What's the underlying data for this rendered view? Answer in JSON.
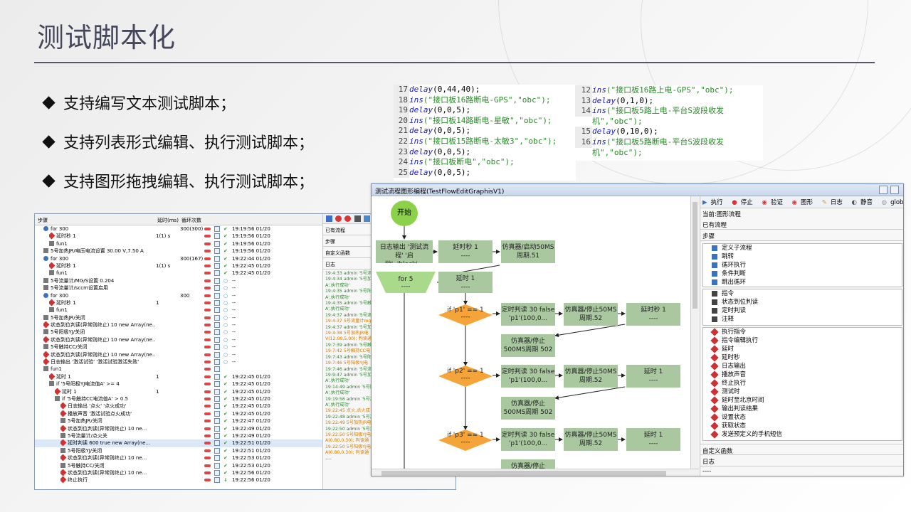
{
  "slide": {
    "title": "测试脚本化",
    "bullets": [
      "支持编写文本测试脚本；",
      "支持列表形式编辑、执行测试脚本；",
      "支持图形拖拽编辑、执行测试脚本；"
    ]
  },
  "code_left": [
    {
      "n": "17",
      "fn": "delay",
      "rest": "(0,44,40);"
    },
    {
      "n": "18",
      "fn": "ins",
      "str": "(\"接口板16路断电-GPS\",\"obc\");"
    },
    {
      "n": "19",
      "fn": "delay",
      "rest": "(0,0,5);"
    },
    {
      "n": "20",
      "fn": "ins",
      "str": "(\"接口板14路断电-星敏\",\"obc\");"
    },
    {
      "n": "21",
      "fn": "delay",
      "rest": "(0,0,5);"
    },
    {
      "n": "22",
      "fn": "ins",
      "str": "(\"接口板15路断电-太敏3\",\"obc\");"
    },
    {
      "n": "23",
      "fn": "delay",
      "rest": "(0,0,5);"
    },
    {
      "n": "24",
      "fn": "ins",
      "str": "(\"接口板断电\",\"obc\");"
    },
    {
      "n": "25",
      "fn": "delay",
      "rest": "(0,0,5);"
    }
  ],
  "code_right": [
    {
      "n": "12",
      "fn": "ins",
      "str": "(\"接口板16路上电-GPS\",\"obc\");"
    },
    {
      "n": "13",
      "fn": "delay",
      "rest": "(0,1,0);"
    },
    {
      "n": "14",
      "fn": "ins",
      "str": "(\"接口板5路上电-平台S波段收发"
    },
    {
      "n": "",
      "cont": "机\",\"obc\");"
    },
    {
      "n": "15",
      "fn": "delay",
      "rest": "(0,10,0);"
    },
    {
      "n": "16",
      "fn": "ins",
      "str": "(\"接口板5路断电-平台S波段收发"
    },
    {
      "n": "",
      "cont": "机\",\"obc\");"
    }
  ],
  "list_window": {
    "headers": [
      "步骤",
      "延时(ms)",
      "循环次数"
    ],
    "rows": [
      {
        "indent": 1,
        "icon": "blu",
        "text": "for 300",
        "c3": "300(300)",
        "status": "✔",
        "time": "19:19:56 01/20"
      },
      {
        "indent": 2,
        "icon": "red",
        "text": "延时秒 1",
        "c2": "1(1) s",
        "status": "✔",
        "time": "19:19:56 01/20"
      },
      {
        "indent": 2,
        "icon": "gry",
        "text": "fun1",
        "status": "✔",
        "time": "19:19:56 01/20"
      },
      {
        "indent": 1,
        "icon": "gry",
        "text": "5号加热JR/电压电流设置 30.00 V,7.50 A",
        "status": "✔",
        "time": "19:19:56 01/20"
      },
      {
        "indent": 1,
        "icon": "blu",
        "text": "for 300",
        "c3": "300(167)",
        "status": "✔",
        "time": "19:22:44 01/20"
      },
      {
        "indent": 2,
        "icon": "red",
        "text": "延时秒 1",
        "c2": "1(1) s",
        "status": "✔",
        "time": "19:22:45 01/20"
      },
      {
        "indent": 2,
        "icon": "gry",
        "text": "fun1",
        "status": "✔",
        "time": "19:22:45 01/20"
      },
      {
        "indent": 1,
        "icon": "gry",
        "text": "5号流量计/MG/S设置 0.204",
        "status": "○",
        "time": "--"
      },
      {
        "indent": 1,
        "icon": "gry",
        "text": "5号流量计/sccm设置启用",
        "status": "○",
        "time": "--"
      },
      {
        "indent": 1,
        "icon": "blu",
        "text": "for 300",
        "c3": "300",
        "status": "○",
        "time": "--"
      },
      {
        "indent": 2,
        "icon": "red",
        "text": "延时秒 1",
        "c2": "1",
        "status": "○",
        "time": "--"
      },
      {
        "indent": 2,
        "icon": "gry",
        "text": "fun1",
        "status": "○",
        "time": "--"
      },
      {
        "indent": 1,
        "icon": "gry",
        "text": "5号加热JR/关闭",
        "status": "○",
        "time": "--"
      },
      {
        "indent": 1,
        "icon": "red",
        "text": "状态到位判读(异常则终止) 10 new Array(ne...",
        "status": "○",
        "time": "--"
      },
      {
        "indent": 1,
        "icon": "gry",
        "text": "5号阳极YJ/关闭",
        "status": "○",
        "time": "--"
      },
      {
        "indent": 1,
        "icon": "red",
        "text": "状态到位判读(异常则终止) 10 new Array(ne...",
        "status": "○",
        "time": "--"
      },
      {
        "indent": 1,
        "icon": "gry",
        "text": "5号触持CC/关闭",
        "status": "○",
        "time": "--"
      },
      {
        "indent": 1,
        "icon": "red",
        "text": "状态到位判读(异常则终止) 10 new Array(ne...",
        "status": "○",
        "time": "--"
      },
      {
        "indent": 1,
        "icon": "red",
        "text": "日志输出 '激活试验' '激活试验激活失败'",
        "status": "○",
        "time": "--"
      },
      {
        "indent": 1,
        "icon": "gry",
        "text": "fun1",
        "status": "",
        "time": ""
      },
      {
        "indent": 2,
        "icon": "red",
        "text": "延时 1",
        "c2": "1",
        "status": "✔",
        "time": "19:22:45 01/20"
      },
      {
        "indent": 2,
        "icon": "gry",
        "text": "if '5号阳极YJ电流值A' >= 4",
        "status": "✔",
        "time": "19:22:45 01/20"
      },
      {
        "indent": 3,
        "icon": "red",
        "text": "延时 1",
        "c2": "1",
        "status": "✔",
        "time": "19:22:45 01/20"
      },
      {
        "indent": 3,
        "icon": "gry",
        "text": "if '5号触持CC电流值A' > 0.5",
        "status": "✔",
        "time": "19:22:45 01/20"
      },
      {
        "indent": 4,
        "icon": "red",
        "text": "日志输出 '点火' '点火成功'",
        "status": "✔",
        "time": "19:22:45 01/20"
      },
      {
        "indent": 4,
        "icon": "red",
        "text": "播放声音 '激活试验点火成功'",
        "status": "✔",
        "time": "19:22:45 01/20"
      },
      {
        "indent": 4,
        "icon": "gry",
        "text": "5号加热JR/关闭",
        "status": "✔",
        "time": "19:22:47 01/20"
      },
      {
        "indent": 4,
        "icon": "red",
        "text": "状态到位判读(异常则终止) 10 ne...",
        "status": "✔",
        "time": "19:22:49 01/20"
      },
      {
        "indent": 4,
        "icon": "gry",
        "text": "5号流量计/点火关",
        "status": "✔",
        "time": "19:22:49 01/20"
      },
      {
        "indent": 4,
        "icon": "red",
        "text": "延时判读 600 true new Array(ne...",
        "status": "✔",
        "time": "19:22:51 01/20",
        "hl": true
      },
      {
        "indent": 4,
        "icon": "gry",
        "text": "5号阳极YJ/关闭",
        "status": "✔",
        "time": "19:22:51 01/20"
      },
      {
        "indent": 4,
        "icon": "red",
        "text": "状态到位判读(异常则终止) 10 ne...",
        "status": "✔",
        "time": "19:22:53 01/20"
      },
      {
        "indent": 4,
        "icon": "gry",
        "text": "5号触持CC/关闭",
        "status": "✔",
        "time": "19:22:53 01/20"
      },
      {
        "indent": 4,
        "icon": "red",
        "text": "状态到位判读(异常则终止) 10 ne...",
        "status": "✔",
        "time": "19:22:56 01/20"
      },
      {
        "indent": 4,
        "icon": "red",
        "text": "终止执行",
        "status": "↓",
        "time": "19:22:56 01/20"
      }
    ],
    "right_sections": [
      "已有流程",
      "步骤",
      "自定义函数",
      "日志"
    ],
    "log_lines": [
      {
        "t": "19:4:33 admin '5号流",
        "o": false
      },
      {
        "t": "19:4:34 admin '5号加",
        "o": false
      },
      {
        "t": "A',执行成功'",
        "o": false
      },
      {
        "t": "19:4:35 admin '5号阳",
        "o": false
      },
      {
        "t": "A',执行成功'",
        "o": false
      },
      {
        "t": "19:4:35 admin '5号触",
        "o": false
      },
      {
        "t": "A',执行成功'",
        "o": false
      },
      {
        "t": "19:4:37 admin '5号流",
        "o": false
      },
      {
        "t": "19:4:37 5号流量计mg",
        "o": true
      },
      {
        "t": "19:4:37 admin '5号加",
        "o": false
      },
      {
        "t": "19:4:38 5号加热JR电",
        "o": true
      },
      {
        "t": "V(12.00,5.00); 判读通",
        "o": true
      },
      {
        "t": "19:7:39 admin '5号触",
        "o": false
      },
      {
        "t": "19:7:42 5号触持CC电",
        "o": true
      },
      {
        "t": "19:7:43 admin '5号阳",
        "o": false
      },
      {
        "t": "19:7:46 5号阳极YJ电",
        "o": true
      },
      {
        "t": "19:7:46 admin '5号流",
        "o": false
      },
      {
        "t": "19:9:47 admin '5号加",
        "o": false
      },
      {
        "t": "A',执行成功'",
        "o": false
      },
      {
        "t": "19:14:49 admin '5号阳",
        "o": false
      },
      {
        "t": "A',执行成功'",
        "o": false
      },
      {
        "t": "19:19:56 admin '5号加",
        "o": false
      },
      {
        "t": "A',执行成功'",
        "o": false
      },
      {
        "t": "19:22:45 点火,点火成",
        "o": true
      },
      {
        "t": "19:22:48 admin '5号加",
        "o": false
      },
      {
        "t": "19:22:49 5号加热JR电",
        "o": true
      },
      {
        "t": "19:22:50 admin '5号流",
        "o": false
      },
      {
        "t": "19:22:50 5号阳极YJ电",
        "o": true
      },
      {
        "t": "A(0.80,0.30); 判读通",
        "o": true
      },
      {
        "t": "19:22:50 5号阳极YJ电",
        "o": true
      },
      {
        "t": "A(0.80,0.30); 判读通",
        "o": true
      },
      {
        "t": "----",
        "o": false
      }
    ]
  },
  "graph_window": {
    "title": "测试流程图形编程(TestFlowEditGraphisV1)",
    "toolbar": [
      "执行",
      "停止",
      "验证",
      "图形",
      "日志",
      "静音",
      "glob"
    ],
    "current_flow": "当前:图形流程",
    "sections": {
      "existing": "已有流程",
      "steps": "步骤",
      "custom": "自定义函数",
      "log": "日志"
    },
    "steps_a": [
      "定义子流程",
      "跳转",
      "循环执行",
      "条件判断",
      "跳出循环"
    ],
    "steps_b": [
      "指令",
      "状态到位判读",
      "定时判读",
      "注释"
    ],
    "steps_c": [
      "执行指令",
      "指令编辑执行",
      "延时",
      "延时秒",
      "日志输出",
      "播放声音",
      "终止执行",
      "测试时",
      "延时至北京时间",
      "输出判读结果",
      "设置状态",
      "获取状态",
      "发送预定义的手机短信"
    ],
    "log_value": "----",
    "nodes": {
      "start": "开始",
      "log": [
        "日志输出 '测试流",
        "程' '启动'..'black'..."
      ],
      "delay1": [
        "延时秒 1",
        "----"
      ],
      "sim1": [
        "仿真器/启动50MS",
        "周期.51"
      ],
      "for5": [
        "for 5",
        "----"
      ],
      "delay2": [
        "延时 1",
        "----"
      ],
      "if1": [
        "if 'p1' == 1",
        "----"
      ],
      "if2": [
        "if 'p2' == 1",
        "----"
      ],
      "if3": [
        "if 'p3' == 1",
        "----"
      ],
      "timed1": [
        "定时判读 30 false",
        "'p1'(100,0..."
      ],
      "timed2": [
        "定时判读 30 false",
        "'p1'(100,0..."
      ],
      "timed3": [
        "定时判读 30 false",
        "'p1'(100,0..."
      ],
      "simstop1": [
        "仿真器/停止50MS",
        "周期.52"
      ],
      "simstop2": [
        "仿真器/停止50MS",
        "周期.52"
      ],
      "simstop3": [
        "仿真器/停止50MS",
        "周期.52"
      ],
      "delaysec": [
        "延时秒 1",
        "----"
      ],
      "delayb": [
        "延时 1",
        "----"
      ],
      "delayc": [
        "延时 1",
        "----"
      ],
      "stop1": [
        "仿真器/停止",
        "500MS周期 502"
      ],
      "stop2": [
        "仿真器/停止",
        "500MS周期 502"
      ],
      "stop3": [
        "仿真器/停止"
      ]
    }
  }
}
